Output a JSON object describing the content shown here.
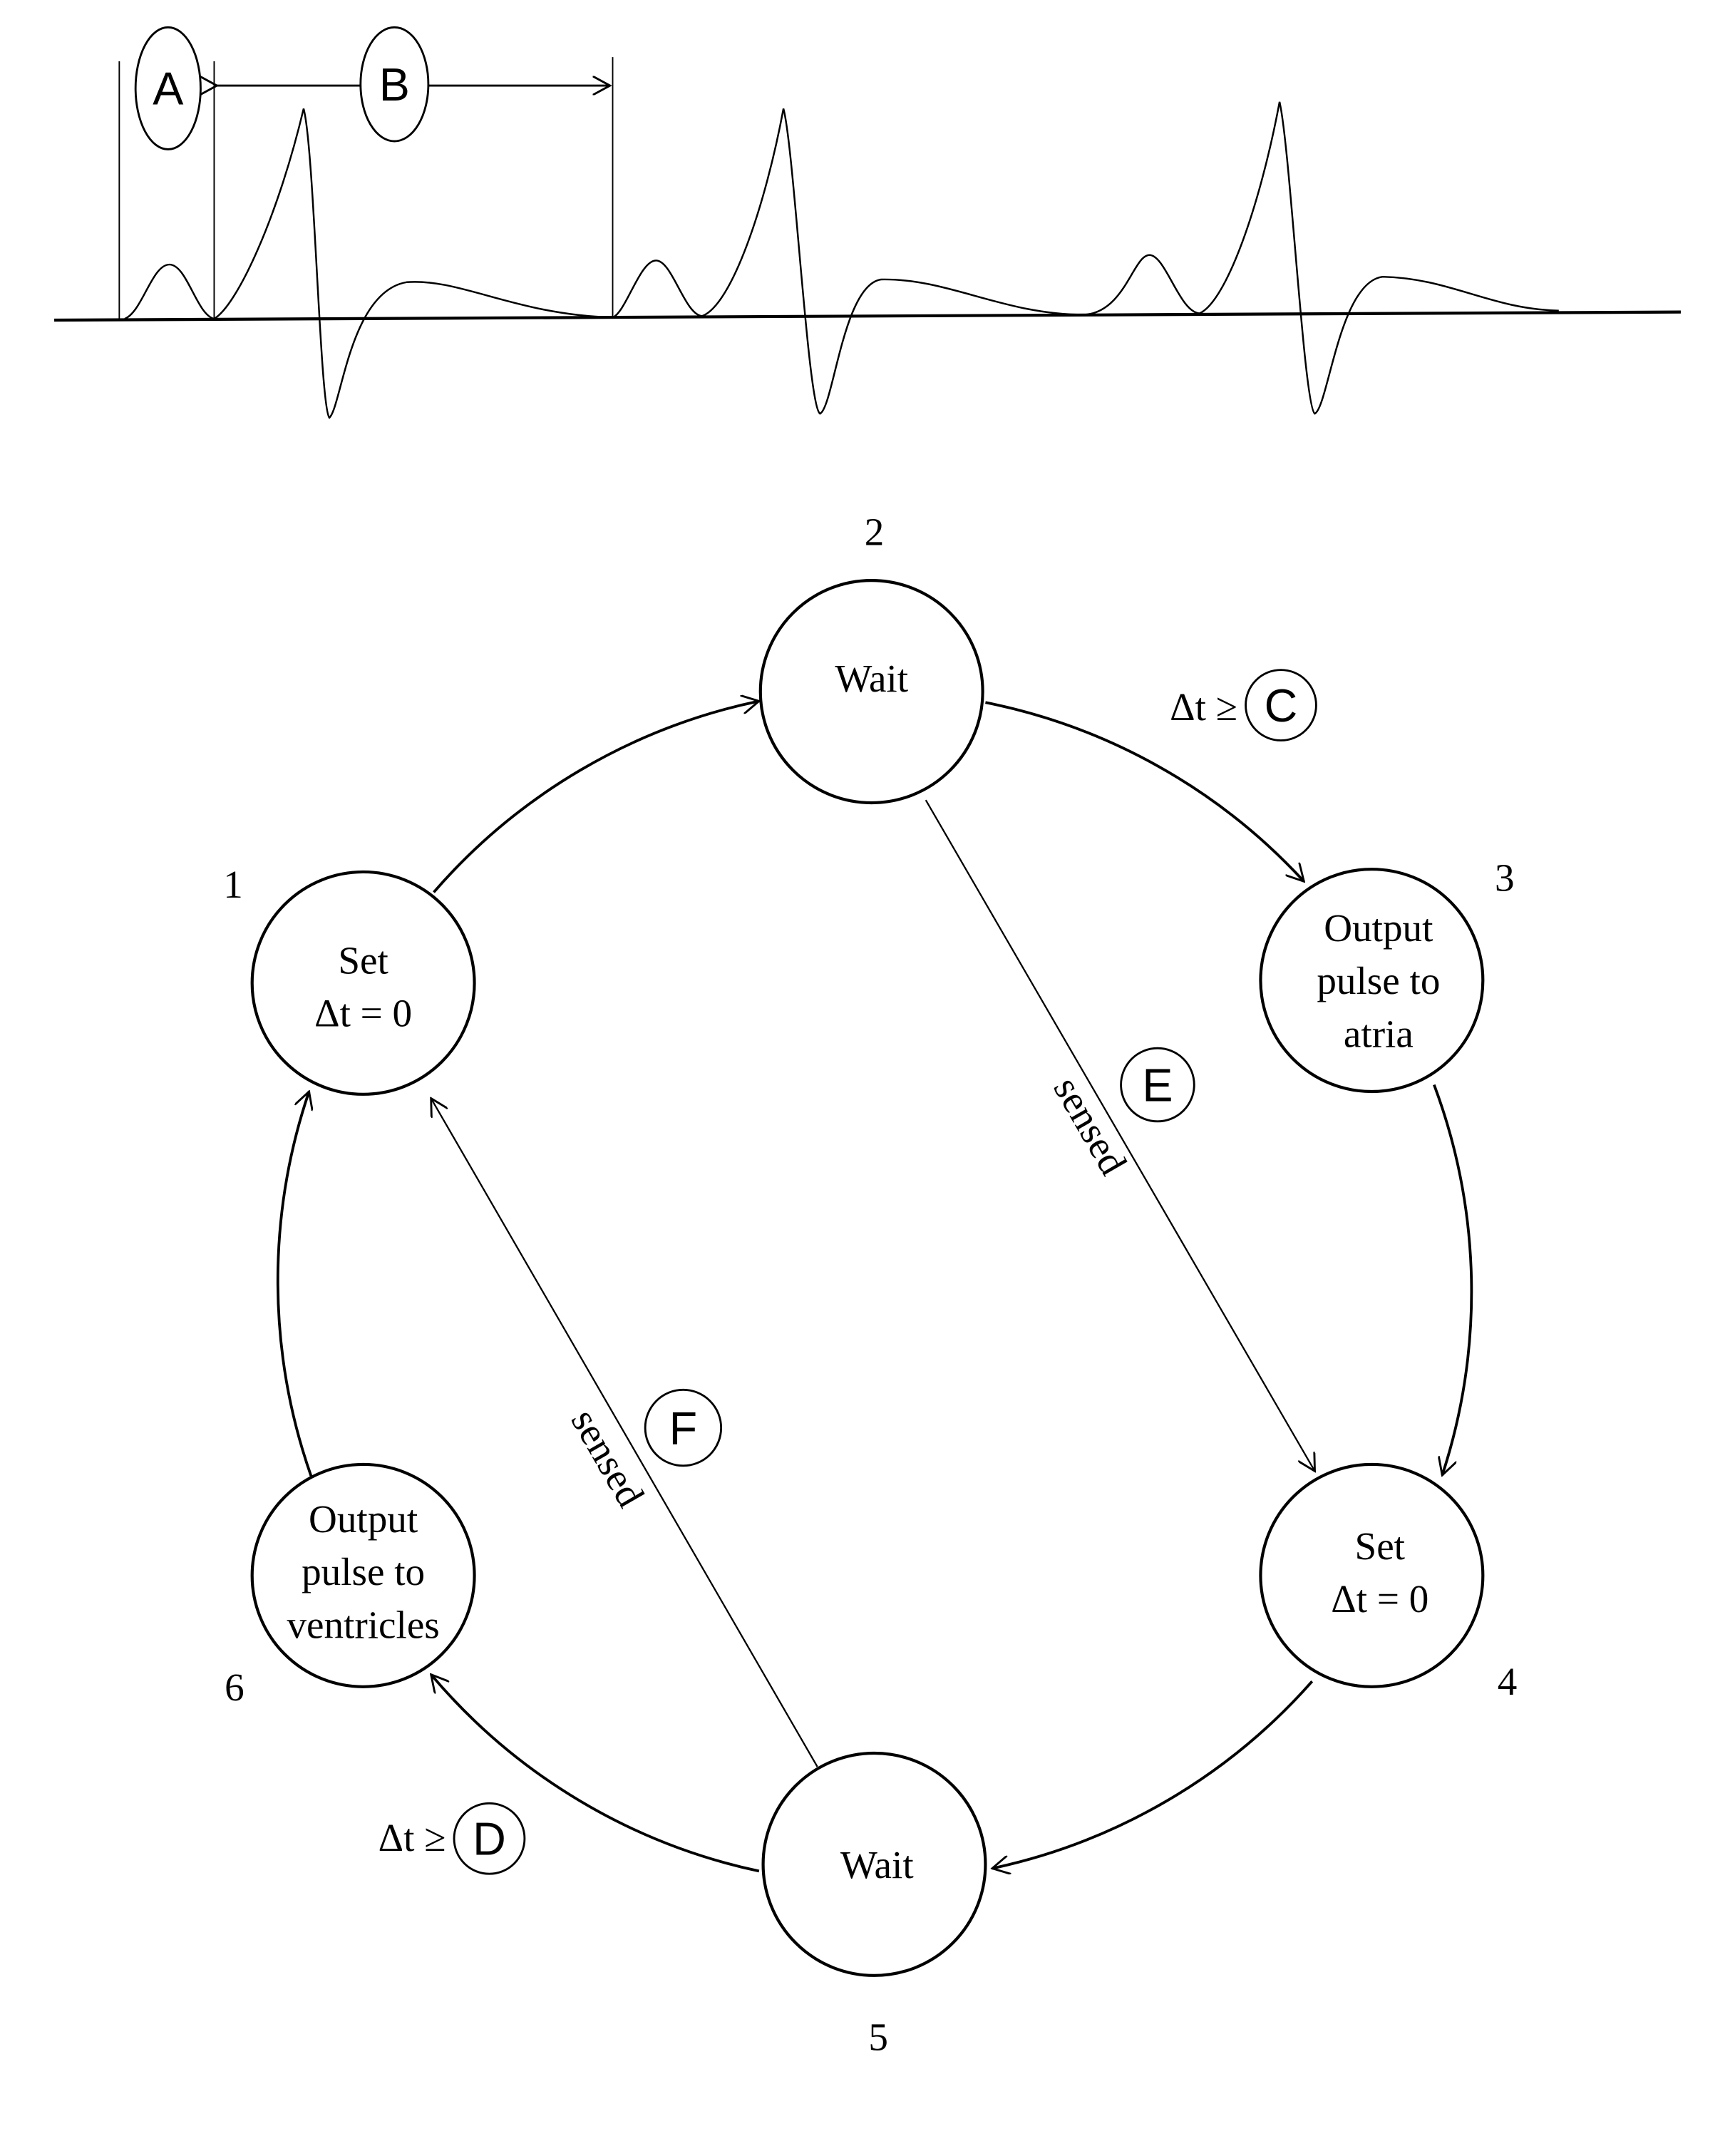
{
  "ecg": {
    "labels": {
      "a": "A",
      "b": "B"
    }
  },
  "nodes": [
    {
      "number": "1",
      "lines": [
        "Set",
        "Δt = 0"
      ]
    },
    {
      "number": "2",
      "lines": [
        "Wait"
      ]
    },
    {
      "number": "3",
      "lines": [
        "Output",
        "pulse to",
        "atria"
      ]
    },
    {
      "number": "4",
      "lines": [
        "Set",
        "Δt = 0"
      ]
    },
    {
      "number": "5",
      "lines": [
        "Wait"
      ]
    },
    {
      "number": "6",
      "lines": [
        "Output",
        "pulse to",
        "ventricles"
      ]
    }
  ],
  "transitions": {
    "c_condition": "Δt ≥",
    "c_label": "C",
    "d_condition": "Δt ≥",
    "d_label": "D",
    "e_text": "sensed",
    "e_label": "E",
    "f_text": "sensed",
    "f_label": "F"
  }
}
